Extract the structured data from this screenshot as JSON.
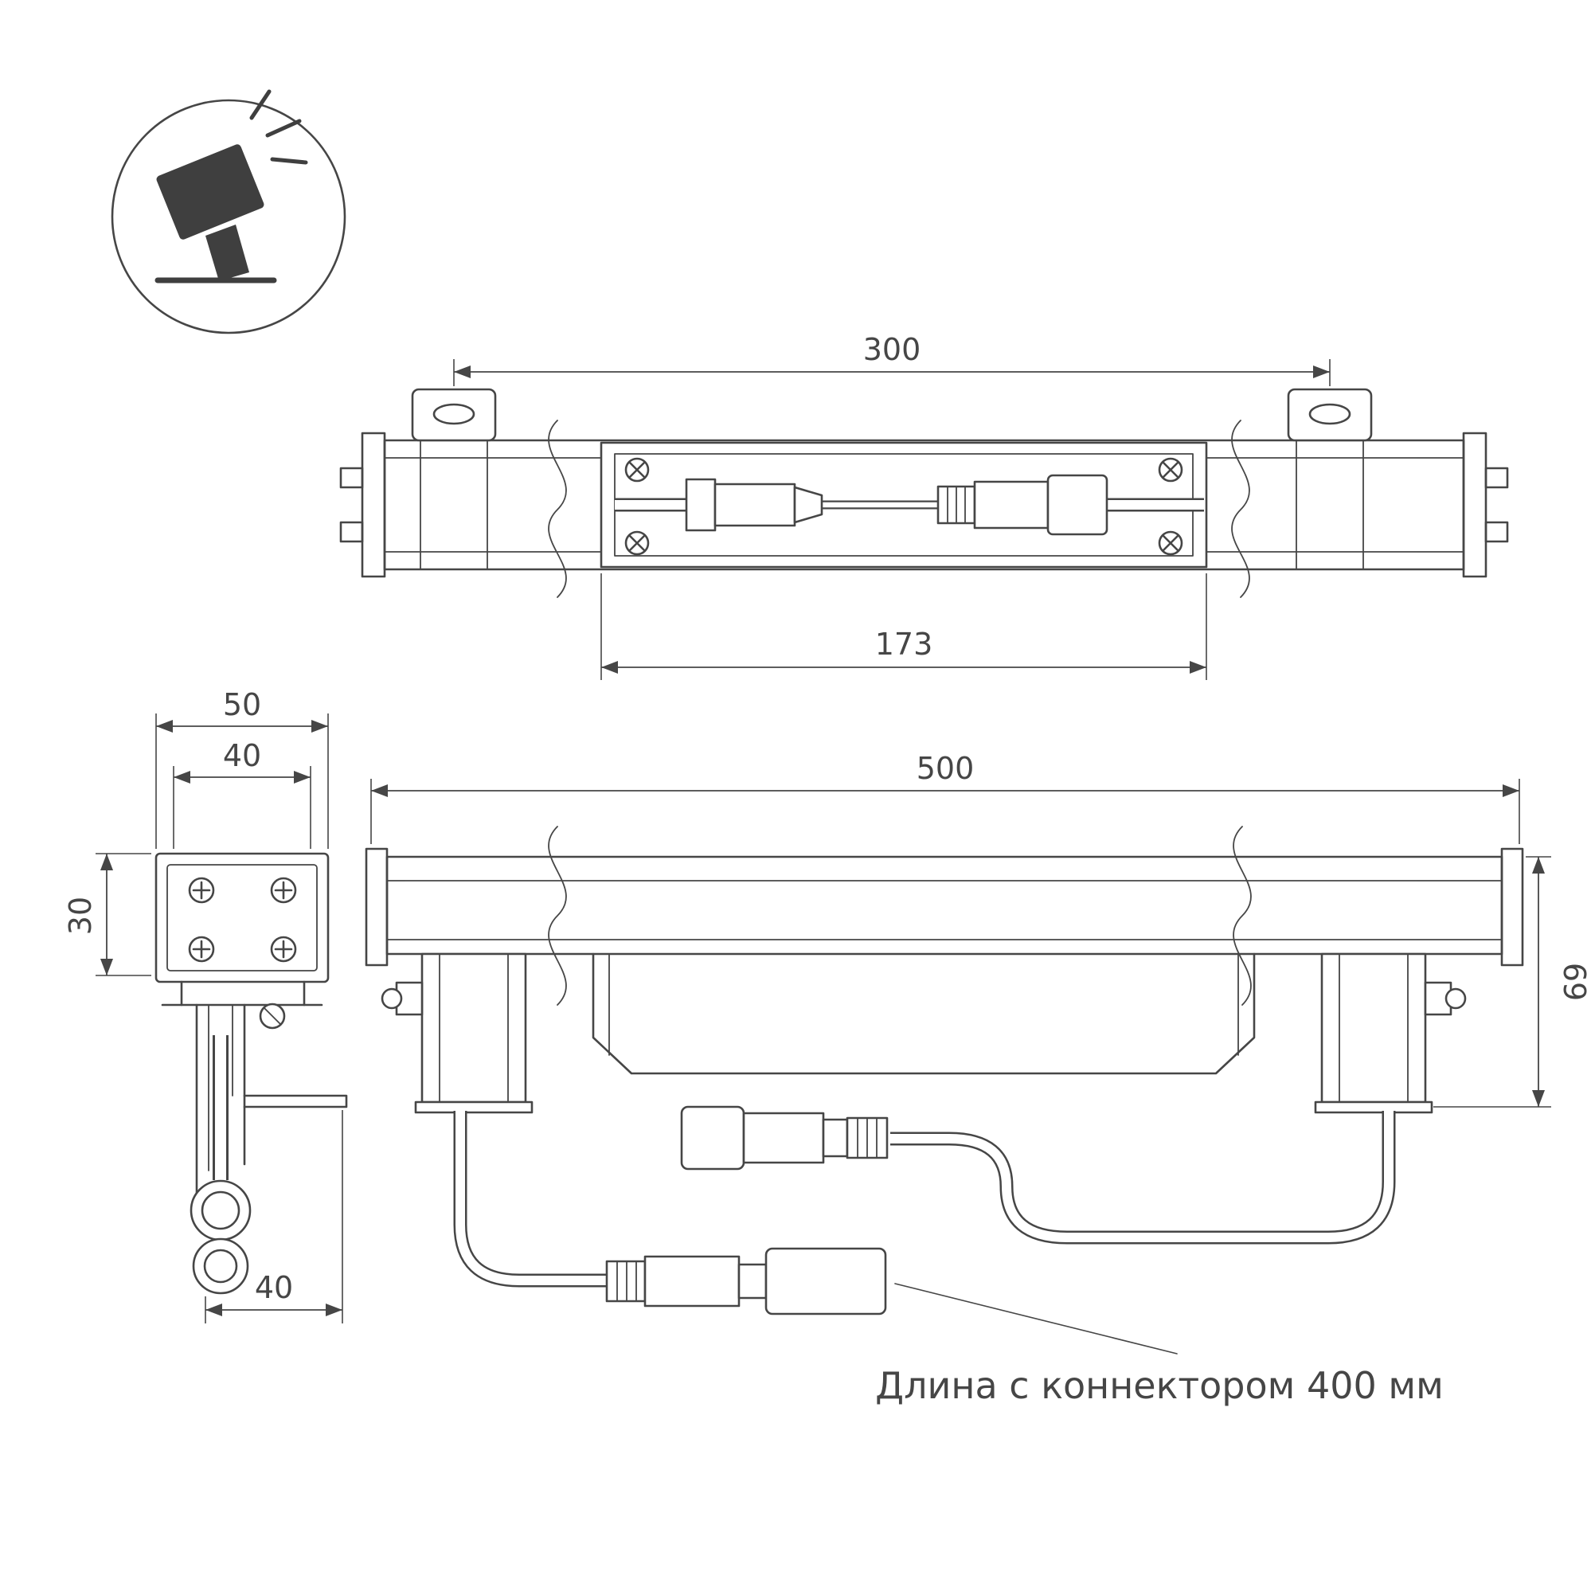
{
  "colors": {
    "line": "#464646",
    "icon_fill": "#3f3f3f",
    "background": "#ffffff"
  },
  "icon": {
    "name": "floodlight-icon"
  },
  "dimensions": {
    "top_view_width": "300",
    "top_view_inner": "173",
    "left_view_outer_width": "50",
    "left_view_inner_width": "40",
    "left_view_height": "30",
    "left_view_bottom_offset": "40",
    "main_view_length": "500",
    "main_view_height": "69"
  },
  "annotation": {
    "connector_note": "Длина с коннектором 400 мм"
  }
}
